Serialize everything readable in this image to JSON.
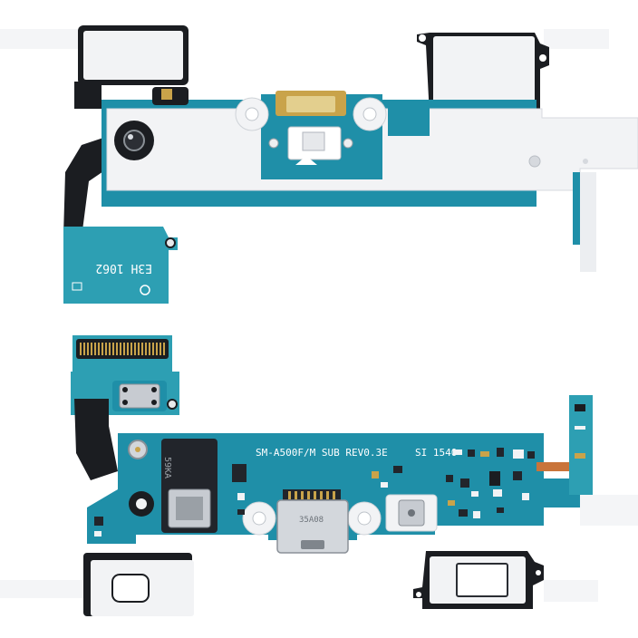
{
  "colors": {
    "pcb": "#1f8fa8",
    "pcb_dark": "#17708a",
    "pcb_flex": "#3aa7b8",
    "flex_black": "#1b1d21",
    "stiffener": "#f2f3f5",
    "gasket": "#e9ebee",
    "gold": "#c9a34a",
    "metal": "#c7cbd1",
    "silk": "#ffffff",
    "component_black": "#22252b"
  },
  "markings": {
    "model": "SM-A500F/M SUB REV0.3E",
    "date_code": "SI 1540",
    "upper_flex_code": "E3H 1062",
    "usb_marking": "35A08",
    "jack_marking": "59KA"
  },
  "icons": {
    "usb_port": "usb-port-icon",
    "audio_jack": "audio-jack-icon",
    "microphone": "microphone-icon",
    "board_connector": "board-connector-icon"
  }
}
